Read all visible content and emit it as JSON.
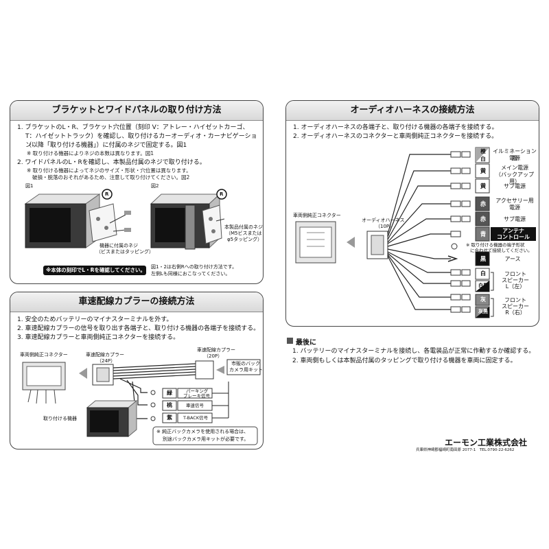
{
  "bracket": {
    "title": "ブラケットとワイドパネルの取り付け方法",
    "step1a": "1. ブラケットのL・R、ブラケット穴位置（刻印 V：アトレー・ハイゼットカーゴ、",
    "step1b": "T：ハイゼットトラック）を確認し、取り付けるカーオーディオ・カーナビゲーション",
    "step1c": "（以降「取り付ける機器」）に付属のネジで固定する。図1",
    "note1": "※ 取り付ける機器によりネジの本数は異なります。図1",
    "step2": "2. ワイドパネルのL・Rを確認し、本製品付属のネジで取り付ける。",
    "note2a": "※ 取り付ける機器によってネジのサイズ・形状・穴位置は異なります。",
    "note2b": "破損・脱落のおそれがあるため、注意して取り付けてください。図2",
    "fig1": "図1",
    "fig2": "図2",
    "r_mark": "R",
    "screw1a": "機器に付属のネジ",
    "screw1b": "（ビスまたはタッピング）",
    "screw2a": "本製品付属のネジ",
    "screw2b": "（M5ビスまたは",
    "screw2c": "φ5タッピング）",
    "engrave": "※本体の刻印でL・Rを確認してください。",
    "figs_note1": "図1・2は右側Rへの取り付け方法です。",
    "figs_note2": "左側Lも同様におこなってください。"
  },
  "speed": {
    "title": "車速配線カプラーの接続方法",
    "step1": "1. 安全のためバッテリーのマイナスターミナルを外す。",
    "step2": "2. 車速配線カプラーの信号を取り出す各端子と、取り付ける機器の各端子を接続する。",
    "step3": "3. 車速配線カプラーと車両側純正コネクターを接続する。",
    "vehicle_connector": "車両側純正コネクター",
    "coupler24a": "車速配線カプラー",
    "coupler24b": "（24P）",
    "coupler20a": "車速配線カプラー",
    "coupler20b": "（20P）",
    "camera_kit_a": "市販のバック",
    "camera_kit_b": "カメラ用キット",
    "wire_green": "緑",
    "wire_peach": "桃",
    "wire_purple": "紫",
    "sig_parking_a": "パーキング",
    "sig_parking_b": "ブレーキ信号",
    "sig_speed": "車速信号",
    "sig_tback": "T-BACK信号",
    "device": "取り付ける機器",
    "note_a": "※ 純正バックカメラを使用される場合は、",
    "note_b": "別途バックカメラ用キットが必要です。"
  },
  "audio": {
    "title": "オーディオハーネスの接続方法",
    "step1": "1. オーディオハーネスの各端子と、取り付ける機器の各端子を接続する。",
    "step2": "2. オーディオハーネスのコネクターと車両側純正コネクターを接続する。",
    "vehicle_connector": "車両側純正コネクター",
    "harness_a": "オーディオハーネス",
    "harness_b": "（10P）",
    "wires": [
      {
        "color": "橙",
        "sub": "白",
        "label_a": "イルミネーション用",
        "label_b": "電源"
      },
      {
        "color": "黄",
        "sub": "",
        "label_a": "メイン電源",
        "label_b": "（バックアップ用）"
      },
      {
        "color": "黄",
        "sub": "",
        "label_a": "サブ電源",
        "label_b": ""
      },
      {
        "color": "赤",
        "sub": "",
        "label_a": "アクセサリー用",
        "label_b": "電源"
      },
      {
        "color": "赤",
        "sub": "",
        "label_a": "サブ電源",
        "label_b": ""
      },
      {
        "color": "青",
        "sub": "",
        "label_a": "アンテナ",
        "label_b": "コントロール"
      },
      {
        "color": "黒",
        "sub": "",
        "label_a": "アース",
        "label_b": ""
      }
    ],
    "antenna_note_a": "※ 取り付ける機器の端子形状",
    "antenna_note_b": "に合わせて接続してください。",
    "white": "白",
    "white_black": "白黒",
    "front_l_a": "フロント",
    "front_l_b": "スピーカー",
    "front_l_c": "L（左）",
    "gray": "灰",
    "gray_black": "灰黒",
    "front_r_a": "フロント",
    "front_r_b": "スピーカー",
    "front_r_c": "R（右）"
  },
  "last": {
    "title": "最後に",
    "step1": "1. バッテリーのマイナスターミナルを接続し、各電装品が正常に作動するか確認する。",
    "step2": "2. 車両側もしくは本製品付属のタッピングで取り付ける機器を車両に固定する。"
  },
  "company": {
    "name": "エーモン工業株式会社",
    "address": "兵庫県神崎郡福崎町南田原 2077-1　TEL.0790-22-6262"
  }
}
